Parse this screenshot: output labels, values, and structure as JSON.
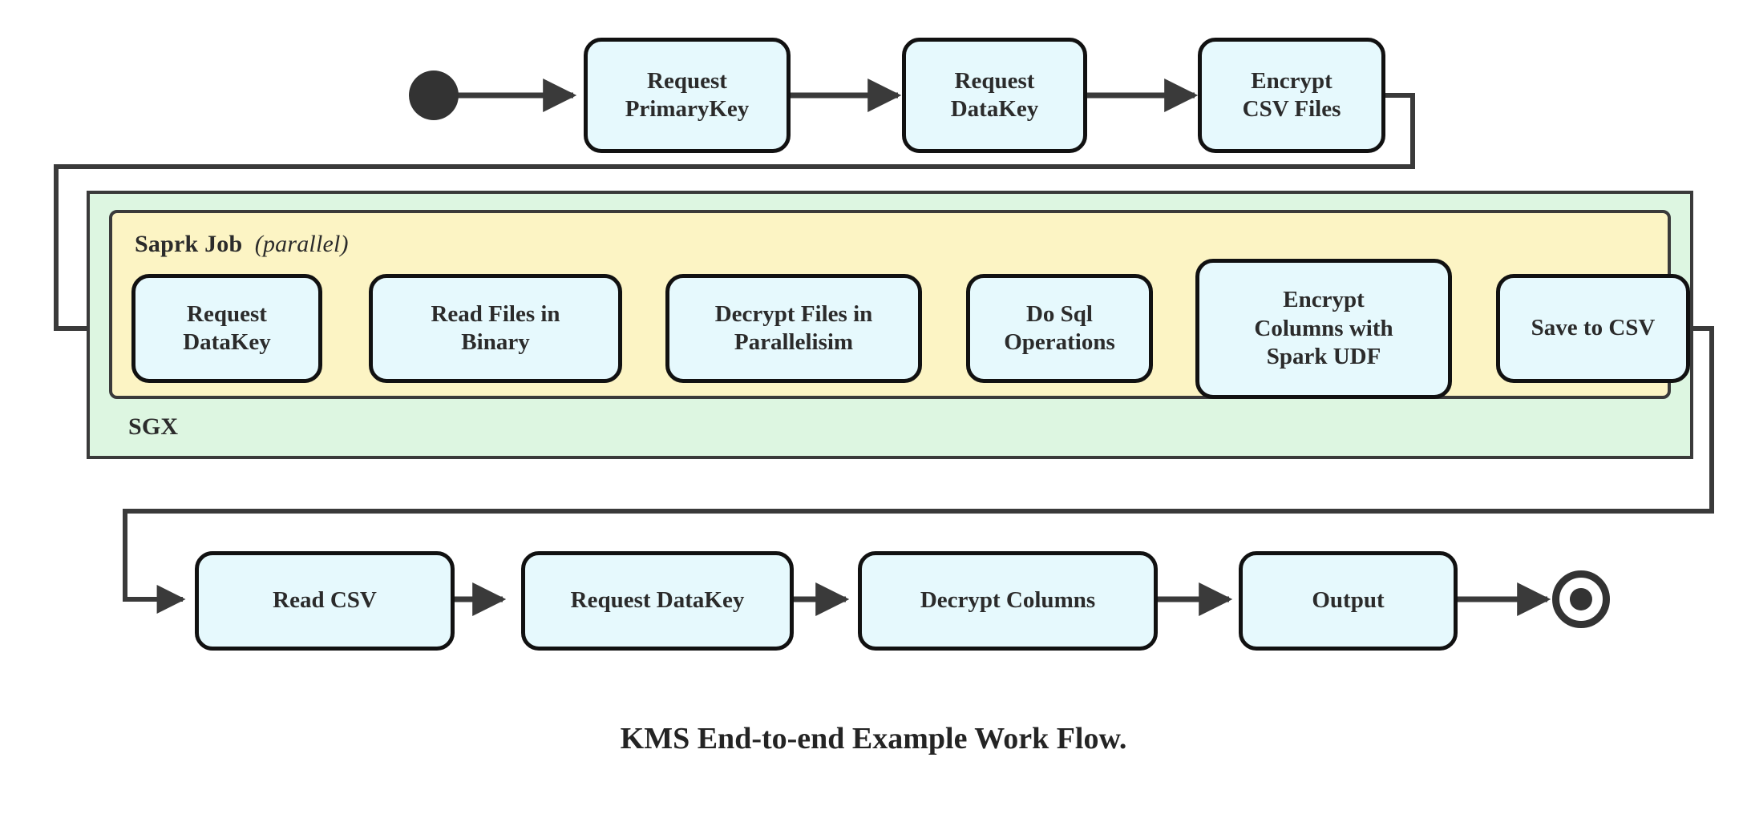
{
  "diagram": {
    "caption": "KMS End-to-end Example Work Flow.",
    "colors": {
      "node_fill": "#e6f9fd",
      "node_stroke": "#111111",
      "sgx_fill": "#ddf6e1",
      "spark_fill": "#fcf4c4",
      "region_stroke": "#3a3a3a",
      "edge_stroke": "#3a3a3a",
      "terminator": "#333333",
      "text": "#2b2b2b"
    },
    "terminators": {
      "start_label": "start-node",
      "end_label": "end-node"
    },
    "regions": [
      {
        "id": "sgx",
        "label": "SGX",
        "label_suffix": "",
        "fill": "#ddf6e1"
      },
      {
        "id": "spark",
        "label": "Saprk Job",
        "label_suffix": "(parallel)",
        "fill": "#fcf4c4"
      }
    ],
    "rows": {
      "top": {
        "name": "top-row",
        "nodes": [
          {
            "id": "request-primarykey",
            "lines": [
              "Request",
              "PrimaryKey"
            ]
          },
          {
            "id": "request-datakey-top",
            "lines": [
              "Request",
              "DataKey"
            ]
          },
          {
            "id": "encrypt-csv-files",
            "lines": [
              "Encrypt",
              "CSV Files"
            ]
          }
        ]
      },
      "spark": {
        "name": "spark-row",
        "nodes": [
          {
            "id": "request-datakey-spark",
            "lines": [
              "Request",
              "DataKey"
            ]
          },
          {
            "id": "read-files-in-binary",
            "lines": [
              "Read Files in",
              "Binary"
            ]
          },
          {
            "id": "decrypt-files-parallel",
            "lines": [
              "Decrypt Files in",
              "Parallelisim"
            ]
          },
          {
            "id": "do-sql-operations",
            "lines": [
              "Do Sql",
              "Operations"
            ]
          },
          {
            "id": "encrypt-columns-spark-udf",
            "lines": [
              "Encrypt",
              "Columns with",
              "Spark UDF"
            ]
          },
          {
            "id": "save-to-csv",
            "lines": [
              "Save to CSV"
            ]
          }
        ]
      },
      "bottom": {
        "name": "bottom-row",
        "nodes": [
          {
            "id": "read-csv",
            "lines": [
              "Read CSV"
            ]
          },
          {
            "id": "request-datakey-bottom",
            "lines": [
              "Request DataKey"
            ]
          },
          {
            "id": "decrypt-columns",
            "lines": [
              "Decrypt Columns"
            ]
          },
          {
            "id": "output",
            "lines": [
              "Output"
            ]
          }
        ]
      }
    },
    "flow_sequence": [
      "start",
      "Request PrimaryKey",
      "Request DataKey",
      "Encrypt CSV Files",
      "Request DataKey",
      "Read Files in Binary",
      "Decrypt Files in Parallelisim",
      "Do Sql Operations",
      "Encrypt Columns with Spark UDF",
      "Save to CSV",
      "Read CSV",
      "Request DataKey",
      "Decrypt Columns",
      "Output",
      "end"
    ]
  }
}
